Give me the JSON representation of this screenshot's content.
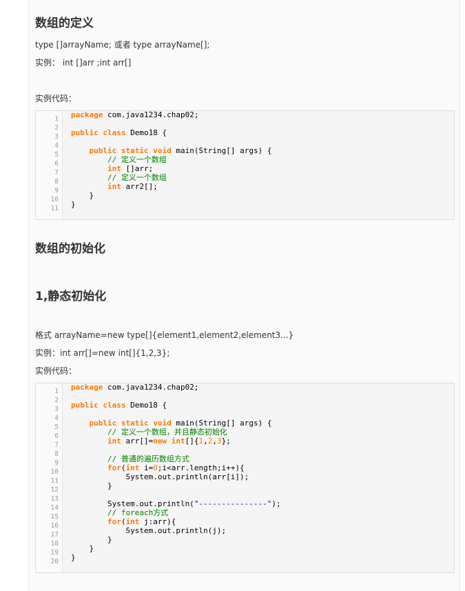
{
  "sections": {
    "definition_heading": "数组的定义",
    "definition_syntax": "type []arrayName; 或者 type arrayName[];",
    "definition_example": "实例：  int []arr ;int arr[]",
    "definition_code_label": "实例代码：",
    "init_heading": "数组的初始化",
    "static_heading": "1,静态初始化",
    "static_format": "格式 arrayName=new type[]{element1,element2,element3...}",
    "static_example": "实例：int arr[]=new int[]{1,2,3};",
    "static_code_label": "实例代码："
  },
  "code_block_1": {
    "line_numbers": [
      "1",
      "2",
      "3",
      "4",
      "5",
      "6",
      "7",
      "8",
      "9",
      "10",
      "11"
    ],
    "lines": [
      [
        {
          "t": "package",
          "c": "kw"
        },
        {
          "t": " com.java1234.chap02;"
        }
      ],
      [],
      [
        {
          "t": "public",
          "c": "kw"
        },
        {
          "t": " "
        },
        {
          "t": "class",
          "c": "kw"
        },
        {
          "t": " Demo18 {"
        }
      ],
      [],
      [
        {
          "t": "    "
        },
        {
          "t": "public",
          "c": "kw"
        },
        {
          "t": " "
        },
        {
          "t": "static",
          "c": "kw"
        },
        {
          "t": " "
        },
        {
          "t": "void",
          "c": "kw"
        },
        {
          "t": " main(String[] args) {"
        }
      ],
      [
        {
          "t": "        "
        },
        {
          "t": "// 定义一个数组",
          "c": "cm"
        }
      ],
      [
        {
          "t": "        "
        },
        {
          "t": "int",
          "c": "kw"
        },
        {
          "t": " []arr;"
        }
      ],
      [
        {
          "t": "        "
        },
        {
          "t": "// 定义一个数组",
          "c": "cm"
        }
      ],
      [
        {
          "t": "        "
        },
        {
          "t": "int",
          "c": "kw"
        },
        {
          "t": " arr2[];"
        }
      ],
      [
        {
          "t": "    }"
        }
      ],
      [
        {
          "t": "}"
        }
      ]
    ]
  },
  "code_block_2": {
    "line_numbers": [
      "1",
      "2",
      "3",
      "4",
      "5",
      "6",
      "7",
      "8",
      "9",
      "10",
      "11",
      "12",
      "13",
      "14",
      "15",
      "16",
      "17",
      "18",
      "19",
      "20"
    ],
    "lines": [
      [
        {
          "t": "package",
          "c": "kw"
        },
        {
          "t": " com.java1234.chap02;"
        }
      ],
      [],
      [
        {
          "t": "public",
          "c": "kw"
        },
        {
          "t": " "
        },
        {
          "t": "class",
          "c": "kw"
        },
        {
          "t": " Demo18 {"
        }
      ],
      [],
      [
        {
          "t": "    "
        },
        {
          "t": "public",
          "c": "kw"
        },
        {
          "t": " "
        },
        {
          "t": "static",
          "c": "kw"
        },
        {
          "t": " "
        },
        {
          "t": "void",
          "c": "kw"
        },
        {
          "t": " main(String[] args) {"
        }
      ],
      [
        {
          "t": "        "
        },
        {
          "t": "// 定义一个数组，并且静态初始化",
          "c": "cm"
        }
      ],
      [
        {
          "t": "        "
        },
        {
          "t": "int",
          "c": "kw"
        },
        {
          "t": " arr[]="
        },
        {
          "t": "new",
          "c": "kw"
        },
        {
          "t": " "
        },
        {
          "t": "int",
          "c": "kw"
        },
        {
          "t": "[]{"
        },
        {
          "t": "1",
          "c": "num"
        },
        {
          "t": ","
        },
        {
          "t": "2",
          "c": "num"
        },
        {
          "t": ","
        },
        {
          "t": "3",
          "c": "num"
        },
        {
          "t": "};"
        }
      ],
      [],
      [
        {
          "t": "        "
        },
        {
          "t": "// 普通的遍历数组方式",
          "c": "cm"
        }
      ],
      [
        {
          "t": "        "
        },
        {
          "t": "for",
          "c": "kw"
        },
        {
          "t": "("
        },
        {
          "t": "int",
          "c": "kw"
        },
        {
          "t": " i="
        },
        {
          "t": "0",
          "c": "num"
        },
        {
          "t": ";i<arr.length;i++){"
        }
      ],
      [
        {
          "t": "            System.out.println(arr[i]);"
        }
      ],
      [
        {
          "t": "        }"
        }
      ],
      [],
      [
        {
          "t": "        System.out.println("
        },
        {
          "t": "\"---------------\"",
          "c": "str"
        },
        {
          "t": ");"
        }
      ],
      [
        {
          "t": "        "
        },
        {
          "t": "// foreach方式",
          "c": "cm"
        }
      ],
      [
        {
          "t": "        "
        },
        {
          "t": "for",
          "c": "kw"
        },
        {
          "t": "("
        },
        {
          "t": "int",
          "c": "kw"
        },
        {
          "t": " j:arr){"
        }
      ],
      [
        {
          "t": "            System.out.println(j);"
        }
      ],
      [
        {
          "t": "        }"
        }
      ],
      [
        {
          "t": "    }"
        }
      ],
      [
        {
          "t": "}"
        }
      ]
    ]
  }
}
